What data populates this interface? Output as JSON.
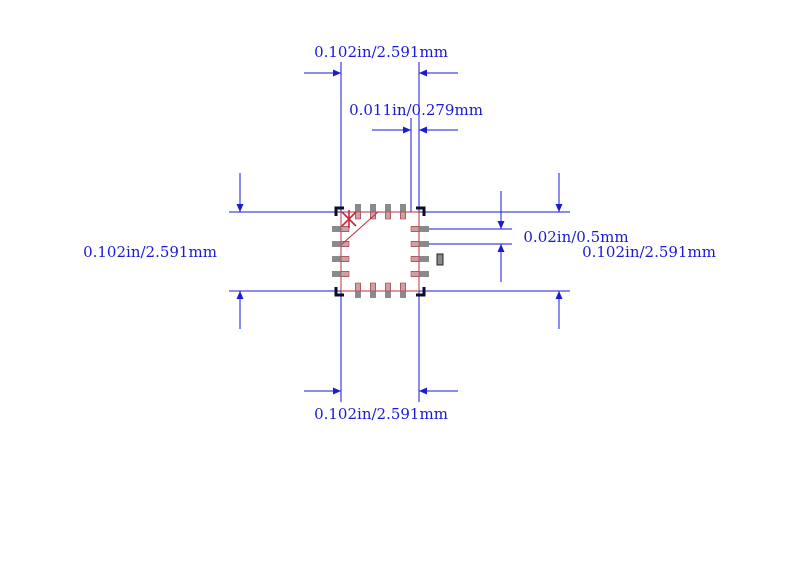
{
  "diagram": {
    "colors": {
      "dimension": "#1a1ad6",
      "outline": "#b8323c",
      "pad": "#8a8a8a",
      "pad_fill": "#c9a2a6",
      "corner_mark": "#0d0d2a"
    },
    "dimensions": {
      "top_width": "0.102in/2.591mm",
      "pad_width": "0.011in/0.279mm",
      "left_height": "0.102in/2.591mm",
      "pitch": "0.02in/0.5mm",
      "right_height": "0.102in/2.591mm",
      "bottom_width": "0.102in/2.591mm"
    },
    "footprint": {
      "pins_per_side": 4,
      "pin1_marker": "pin1-cross-icon"
    }
  }
}
